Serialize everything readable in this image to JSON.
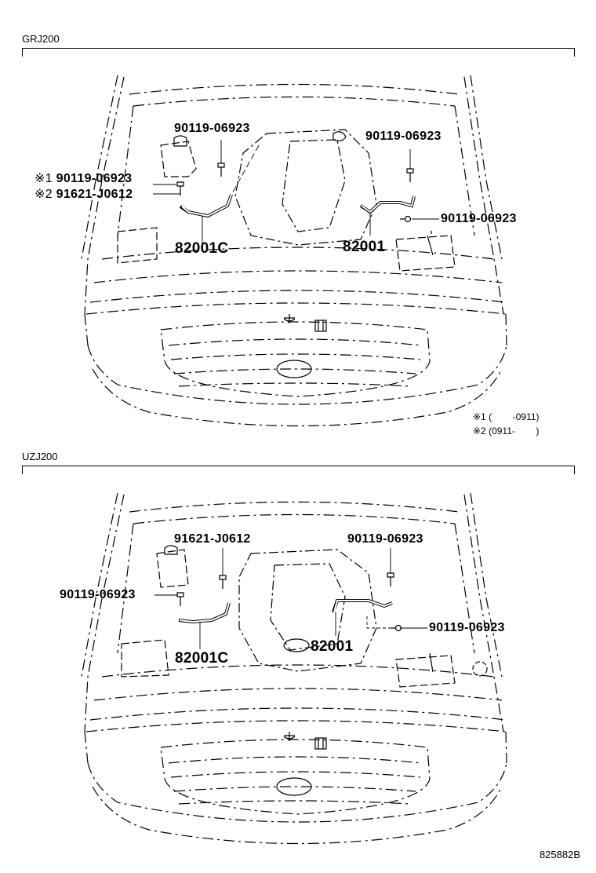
{
  "sections": [
    {
      "title": "GRJ200",
      "labels": {
        "top_left": "90119-06923",
        "top_right": "90119-06923",
        "mark1_part": "90119-06923",
        "mark2_part": "91621-J0612",
        "right_mid": "90119-06923",
        "cable_left": "82001C",
        "cable_right": "82001"
      },
      "marks": {
        "m1": "※1",
        "m2": "※2"
      },
      "notes": [
        {
          "mark": "※1",
          "range": "(        -0911)"
        },
        {
          "mark": "※2",
          "range": "(0911-        )"
        }
      ]
    },
    {
      "title": "UZJ200",
      "labels": {
        "top_left": "91621-J0612",
        "top_right": "90119-06923",
        "left_mid": "90119-06923",
        "right_mid": "90119-06923",
        "cable_left": "82001C",
        "cable_right": "82001"
      }
    }
  ],
  "footer": {
    "code": "825882B"
  }
}
